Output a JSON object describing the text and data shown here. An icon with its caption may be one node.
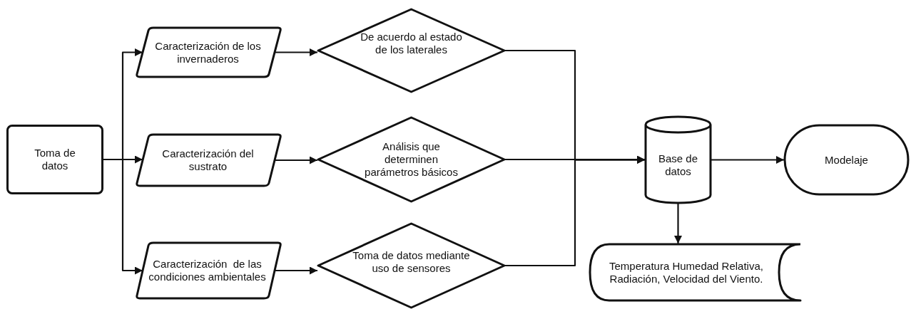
{
  "diagram": {
    "nodes": [
      {
        "text": [
          "Toma de datos"
        ]
      },
      {
        "text": [
          "Caracterización de los invernaderos"
        ]
      },
      {
        "text": [
          "Caracterización del sustrato"
        ]
      },
      {
        "text": [
          "Caracterización  de las condiciones ambientales"
        ]
      },
      {
        "text": [
          "De acuerdo al estado de los laterales"
        ]
      },
      {
        "text": [
          "Análisis que determinen parámetros básicos"
        ]
      },
      {
        "text": [
          "Toma de datos mediante uso de sensores"
        ]
      },
      {
        "text": [
          "Base de datos"
        ]
      },
      {
        "text": [
          "Modelaje"
        ]
      },
      {
        "text": [
          "Temperatura Humedad Relativa, Radiación, Velocidad del Viento."
        ]
      }
    ],
    "edges": [
      {
        "from": 0,
        "to": 1,
        "arrow": "to"
      },
      {
        "from": 0,
        "to": 2,
        "arrow": "to"
      },
      {
        "from": 0,
        "to": 3,
        "arrow": "to"
      },
      {
        "from": 1,
        "to": 4,
        "arrow": "to"
      },
      {
        "from": 2,
        "to": 5,
        "arrow": "to"
      },
      {
        "from": 3,
        "to": 6,
        "arrow": "to"
      },
      {
        "from": 4,
        "to": 7,
        "arrow": "to"
      },
      {
        "from": 5,
        "to": 7,
        "arrow": "to"
      },
      {
        "from": 6,
        "to": 7,
        "arrow": "to"
      },
      {
        "from": 7,
        "to": 8,
        "arrow": "to"
      },
      {
        "from": 7,
        "to": 9,
        "arrow": "to"
      }
    ]
  }
}
